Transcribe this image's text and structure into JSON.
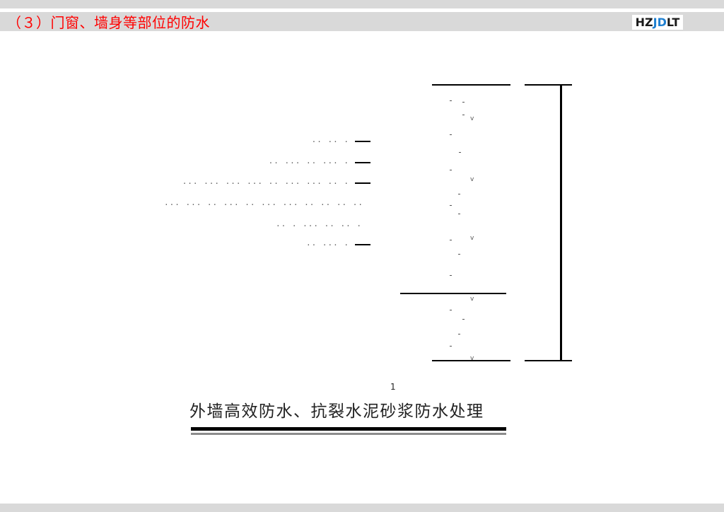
{
  "header": {
    "title": "（３）门窗、墙身等部位的防水",
    "title_color": "#ff0000",
    "logo": {
      "dark_left": "HZ",
      "blue": "JD",
      "dark_right": "LT",
      "blue_color": "#1f7fd0"
    }
  },
  "diagram": {
    "labels": [
      {
        "text": "·· ·· ·",
        "legible": false
      },
      {
        "text": "·· ··· ·· ··· ·",
        "legible": false
      },
      {
        "text": "··· ··· ··· ··· ·· ··· ··· ·· ·",
        "legible": false
      },
      {
        "text": "··· ··· ·· ··· ·· ··· ··· ·· ·· ·· ··",
        "legible": false
      },
      {
        "text": "·· · ··· ·· ·· ·",
        "legible": false
      },
      {
        "text": "·· ··· ·",
        "legible": false
      }
    ],
    "caption_mark": "1",
    "caption": "外墙高效防水、抗裂水泥砂浆防水处理"
  }
}
